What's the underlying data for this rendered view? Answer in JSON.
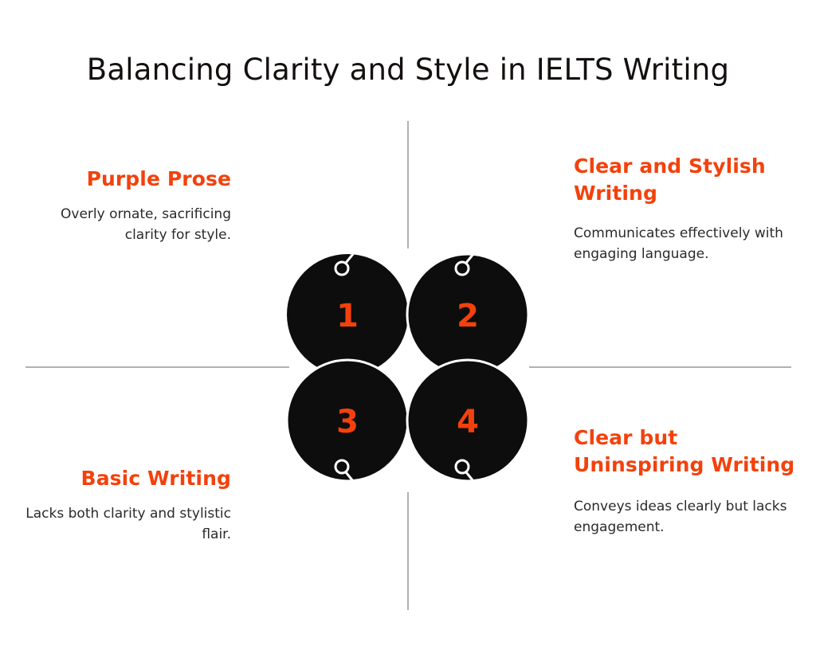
{
  "title": "Balancing Clarity and Style in IELTS Writing",
  "colors": {
    "background": "#ffffff",
    "accent": "#f4410c",
    "circle": "#0d0d0d",
    "body_text": "#2a2a2a",
    "title_text": "#14100f",
    "divider": "#b0b0b0",
    "pin": "#ffffff"
  },
  "quadrants": [
    {
      "number": "1",
      "heading": "Purple Prose",
      "body": "Overly ornate, sacrificing clarity for style.",
      "position": "top-left",
      "align": "right"
    },
    {
      "number": "2",
      "heading": "Clear and Stylish Writing",
      "body": "Communicates effectively with engaging language.",
      "position": "top-right",
      "align": "left"
    },
    {
      "number": "3",
      "heading": "Basic Writing",
      "body": "Lacks both clarity and stylistic flair.",
      "position": "bottom-left",
      "align": "right"
    },
    {
      "number": "4",
      "heading": "Clear but Uninspiring Writing",
      "body": "Conveys ideas clearly but lacks engagement.",
      "position": "bottom-right",
      "align": "left"
    }
  ],
  "diagram": {
    "type": "overlapping-circles-quadrant",
    "circle_count": 4,
    "circle_labels": [
      "1",
      "2",
      "3",
      "4"
    ],
    "pin_markers": 4
  }
}
